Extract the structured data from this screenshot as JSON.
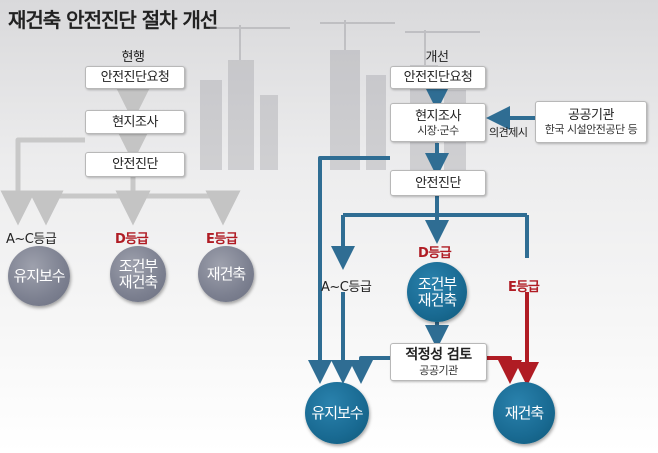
{
  "title": "재건축 안전진단 절차 개선",
  "colors": {
    "current_line": "#c8c8c8",
    "new_line": "#2f6d93",
    "new_red": "#b01c24",
    "grade_red": "#b01c24"
  },
  "current": {
    "heading": "현행",
    "steps": [
      "안전진단요청",
      "현지조사",
      "안전진단"
    ],
    "grades": [
      "A~C등급",
      "D등급",
      "E등급"
    ],
    "outcomes": {
      "maintain": "유지보수",
      "conditional_1": "조건부",
      "conditional_2": "재건축",
      "rebuild": "재건축"
    }
  },
  "improved": {
    "heading": "개선",
    "request": "안전진단요청",
    "survey": "현지조사",
    "survey_sub": "시장·군수",
    "public_agency": "공공기관",
    "public_agency_sub": "한국 시설안전공단 등",
    "opinion": "의견제시",
    "diagnosis": "안전진단",
    "grades": [
      "A~C등급",
      "D등급",
      "E등급"
    ],
    "conditional_1": "조건부",
    "conditional_2": "재건축",
    "review": "적정성 검토",
    "review_sub": "공공기관",
    "maintain": "유지보수",
    "rebuild": "재건축"
  }
}
